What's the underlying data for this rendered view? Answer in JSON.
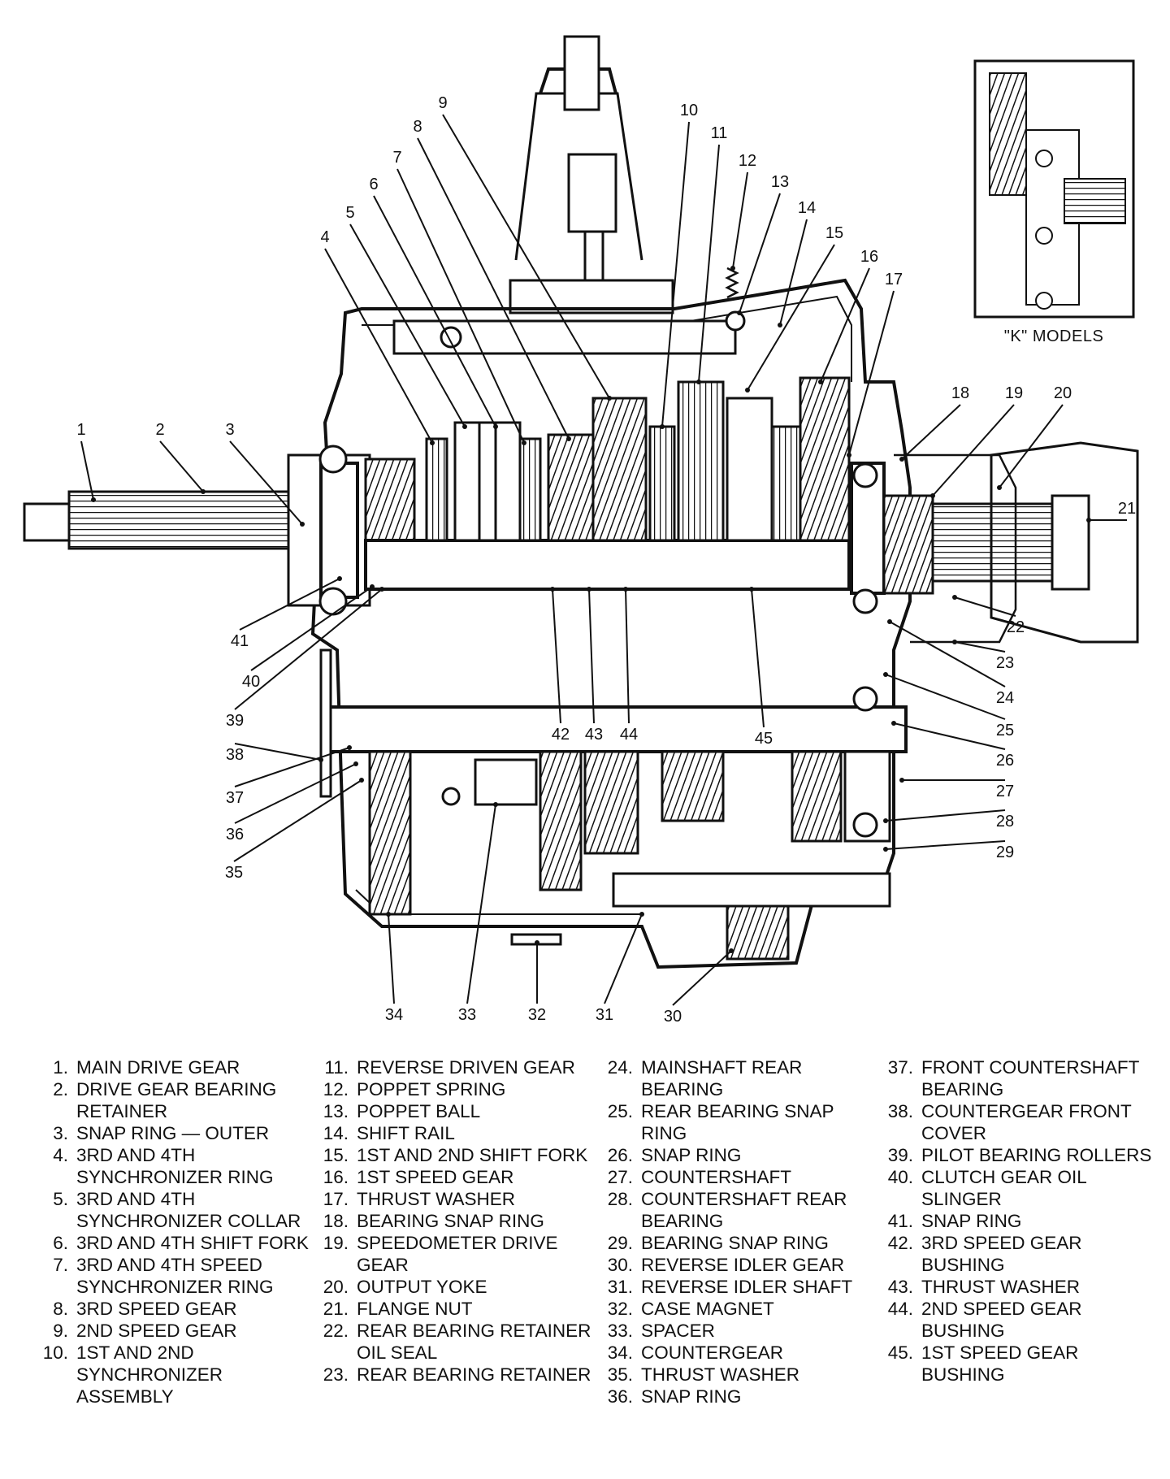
{
  "diagram": {
    "inset_caption": "\"K\" MODELS",
    "callout_numbers": [
      "1",
      "2",
      "3",
      "4",
      "5",
      "6",
      "7",
      "8",
      "9",
      "10",
      "11",
      "12",
      "13",
      "14",
      "15",
      "16",
      "17",
      "18",
      "19",
      "20",
      "21",
      "22",
      "23",
      "24",
      "25",
      "26",
      "27",
      "28",
      "29",
      "30",
      "31",
      "32",
      "33",
      "34",
      "35",
      "36",
      "37",
      "38",
      "39",
      "40",
      "41",
      "42",
      "43",
      "44",
      "45"
    ]
  },
  "legend": {
    "columns": [
      [
        {
          "num": "1.",
          "text": "MAIN DRIVE GEAR"
        },
        {
          "num": "2.",
          "text": "DRIVE GEAR BEARING RETAINER"
        },
        {
          "num": "3.",
          "text": "SNAP RING — OUTER"
        },
        {
          "num": "4.",
          "text": "3RD AND 4TH SYNCHRONIZER RING"
        },
        {
          "num": "5.",
          "text": "3RD AND 4TH SYNCHRONIZER COLLAR"
        },
        {
          "num": "6.",
          "text": "3RD AND 4TH SHIFT FORK"
        },
        {
          "num": "7.",
          "text": "3RD AND 4TH SPEED SYNCHRONIZER RING"
        },
        {
          "num": "8.",
          "text": "3RD SPEED GEAR"
        },
        {
          "num": "9.",
          "text": "2ND SPEED GEAR"
        },
        {
          "num": "10.",
          "text": "1ST AND 2ND SYNCHRONIZER ASSEMBLY"
        }
      ],
      [
        {
          "num": "11.",
          "text": "REVERSE DRIVEN GEAR"
        },
        {
          "num": "12.",
          "text": "POPPET SPRING"
        },
        {
          "num": "13.",
          "text": "POPPET BALL"
        },
        {
          "num": "14.",
          "text": "SHIFT RAIL"
        },
        {
          "num": "15.",
          "text": "1ST AND 2ND SHIFT FORK"
        },
        {
          "num": "16.",
          "text": "1ST SPEED GEAR"
        },
        {
          "num": "17.",
          "text": "THRUST WASHER"
        },
        {
          "num": "18.",
          "text": "BEARING SNAP RING"
        },
        {
          "num": "19.",
          "text": "SPEEDOMETER DRIVE GEAR"
        },
        {
          "num": "20.",
          "text": "OUTPUT YOKE"
        },
        {
          "num": "21.",
          "text": "FLANGE NUT"
        },
        {
          "num": "22.",
          "text": "REAR BEARING RETAINER OIL SEAL"
        },
        {
          "num": "23.",
          "text": "REAR BEARING RETAINER"
        }
      ],
      [
        {
          "num": "24.",
          "text": "MAINSHAFT REAR BEARING"
        },
        {
          "num": "25.",
          "text": "REAR BEARING SNAP RING"
        },
        {
          "num": "26.",
          "text": "SNAP RING"
        },
        {
          "num": "27.",
          "text": "COUNTERSHAFT"
        },
        {
          "num": "28.",
          "text": "COUNTERSHAFT REAR BEARING"
        },
        {
          "num": "29.",
          "text": "BEARING SNAP RING"
        },
        {
          "num": "30.",
          "text": "REVERSE IDLER GEAR"
        },
        {
          "num": "31.",
          "text": "REVERSE IDLER SHAFT"
        },
        {
          "num": "32.",
          "text": "CASE MAGNET"
        },
        {
          "num": "33.",
          "text": "SPACER"
        },
        {
          "num": "34.",
          "text": "COUNTERGEAR"
        },
        {
          "num": "35.",
          "text": "THRUST WASHER"
        },
        {
          "num": "36.",
          "text": "SNAP RING"
        }
      ],
      [
        {
          "num": "37.",
          "text": "FRONT COUNTERSHAFT BEARING"
        },
        {
          "num": "38.",
          "text": "COUNTERGEAR FRONT COVER"
        },
        {
          "num": "39.",
          "text": "PILOT BEARING ROLLERS"
        },
        {
          "num": "40.",
          "text": "CLUTCH GEAR OIL SLINGER"
        },
        {
          "num": "41.",
          "text": "SNAP RING"
        },
        {
          "num": "42.",
          "text": "3RD SPEED GEAR BUSHING"
        },
        {
          "num": "43.",
          "text": "THRUST WASHER"
        },
        {
          "num": "44.",
          "text": "2ND SPEED GEAR BUSHING"
        },
        {
          "num": "45.",
          "text": "1ST SPEED GEAR BUSHING"
        }
      ]
    ]
  }
}
